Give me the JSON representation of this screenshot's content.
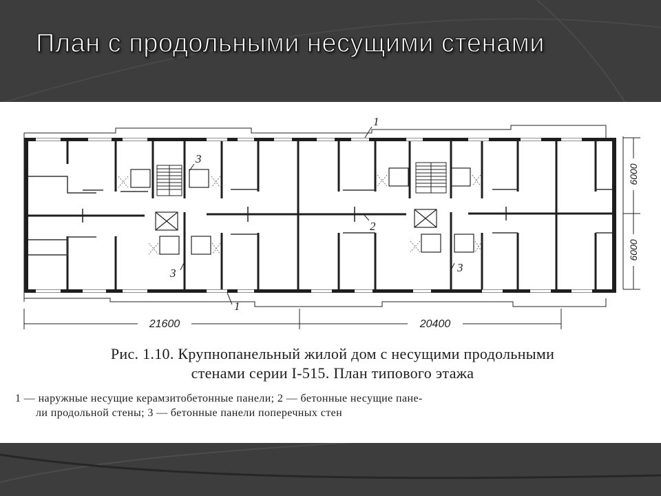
{
  "slide": {
    "title": "План с продольными несущими стенами",
    "colors": {
      "background": "#3d3d3d",
      "curve": "#4a4a4a",
      "figure_bg": "#ffffff",
      "ink": "#1c1c1c"
    }
  },
  "figure": {
    "labels": {
      "panel_1_top": "1",
      "panel_1_bottom": "1",
      "panel_2": "2",
      "panel_3_top": "3",
      "panel_3_left": "3",
      "panel_3_right": "3"
    },
    "dimensions": {
      "left_length": "21600",
      "right_length": "20400",
      "upper_depth": "6000",
      "lower_depth": "6000"
    },
    "caption": {
      "line1": "Рис. 1.10. Крупнопанельный жилой дом с несущими продольными",
      "line2": "стенами серии I-515. План типового этажа"
    },
    "legend": {
      "line1": "1 — наружные несущие керамзитобетонные панели; 2 — бетонные несущие пане-",
      "line2": "ли продольной стены; 3 — бетонные панели поперечных стен"
    }
  }
}
